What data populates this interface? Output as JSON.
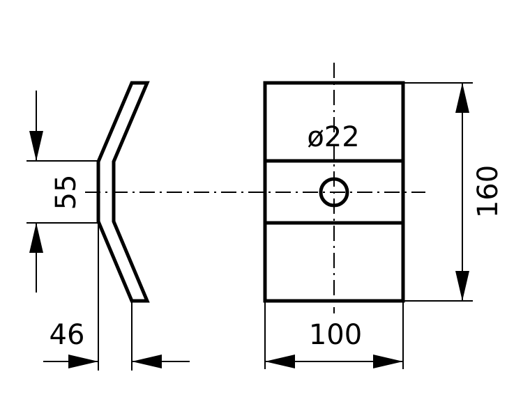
{
  "drawing": {
    "dimensions": {
      "hole_diameter": "ø22",
      "height_total": "160",
      "width_total": "100",
      "side_flat_height": "55",
      "side_depth": "46"
    }
  }
}
